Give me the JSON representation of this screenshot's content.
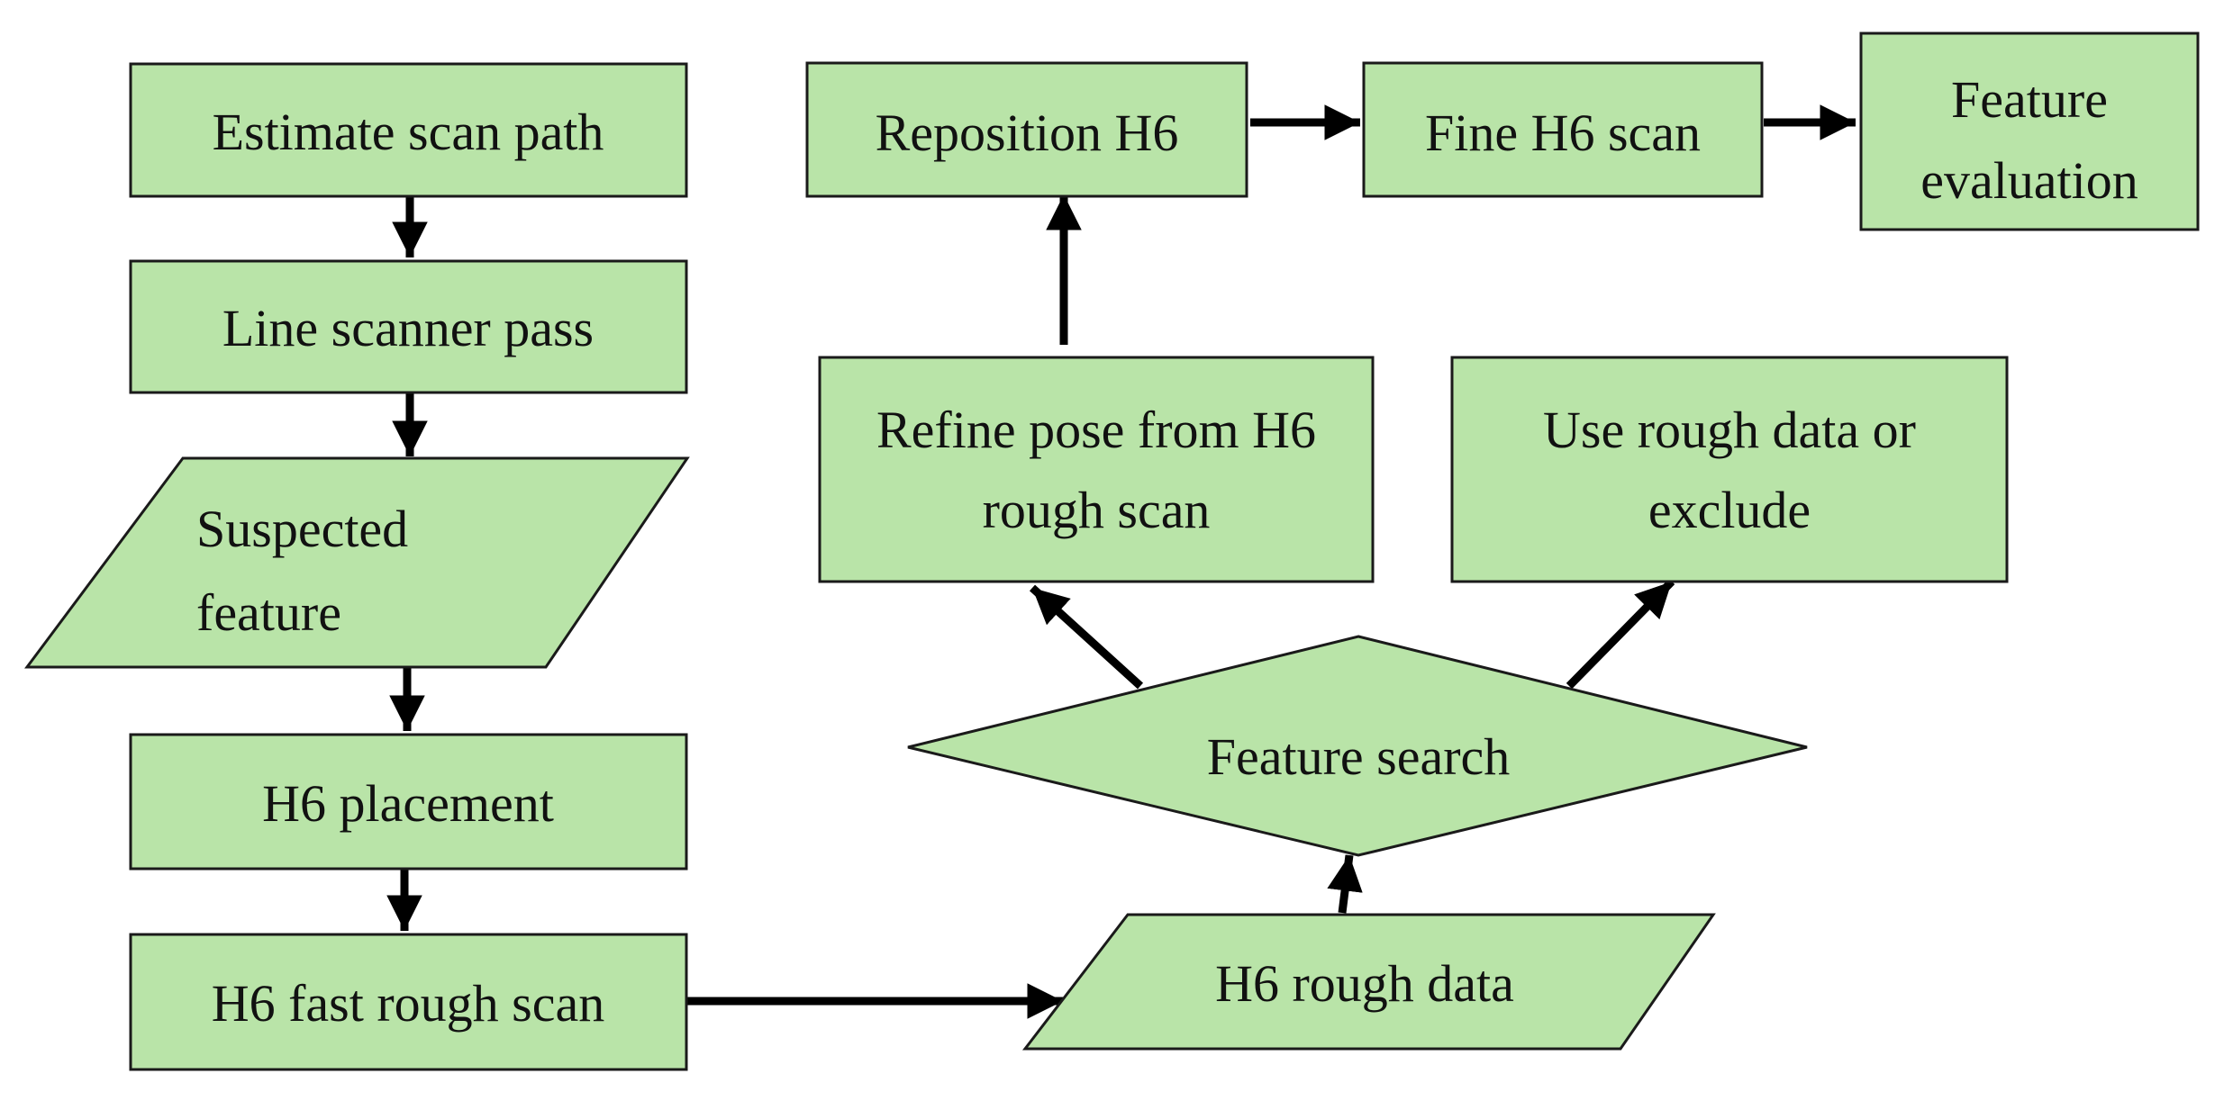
{
  "diagram": {
    "nodes": {
      "estimate_scan_path": {
        "lines": [
          "Estimate scan path"
        ]
      },
      "line_scanner_pass": {
        "lines": [
          "Line scanner pass"
        ]
      },
      "suspected_feature": {
        "lines": [
          "Suspected",
          "feature"
        ]
      },
      "h6_placement": {
        "lines": [
          "H6 placement"
        ]
      },
      "h6_fast_rough_scan": {
        "lines": [
          "H6 fast rough scan"
        ]
      },
      "h6_rough_data": {
        "lines": [
          "H6 rough data"
        ]
      },
      "feature_search": {
        "lines": [
          "Feature search"
        ]
      },
      "refine_pose": {
        "lines": [
          "Refine pose from H6",
          "rough scan"
        ]
      },
      "use_rough_data": {
        "lines": [
          "Use rough data or",
          "exclude"
        ]
      },
      "reposition_h6": {
        "lines": [
          "Reposition H6"
        ]
      },
      "fine_h6_scan": {
        "lines": [
          "Fine H6 scan"
        ]
      },
      "feature_evaluation": {
        "lines": [
          "Feature",
          "evaluation"
        ]
      }
    },
    "colors": {
      "node_fill": "#b9e4a8",
      "node_stroke": "#1a1a1a",
      "arrow": "#000000"
    }
  }
}
